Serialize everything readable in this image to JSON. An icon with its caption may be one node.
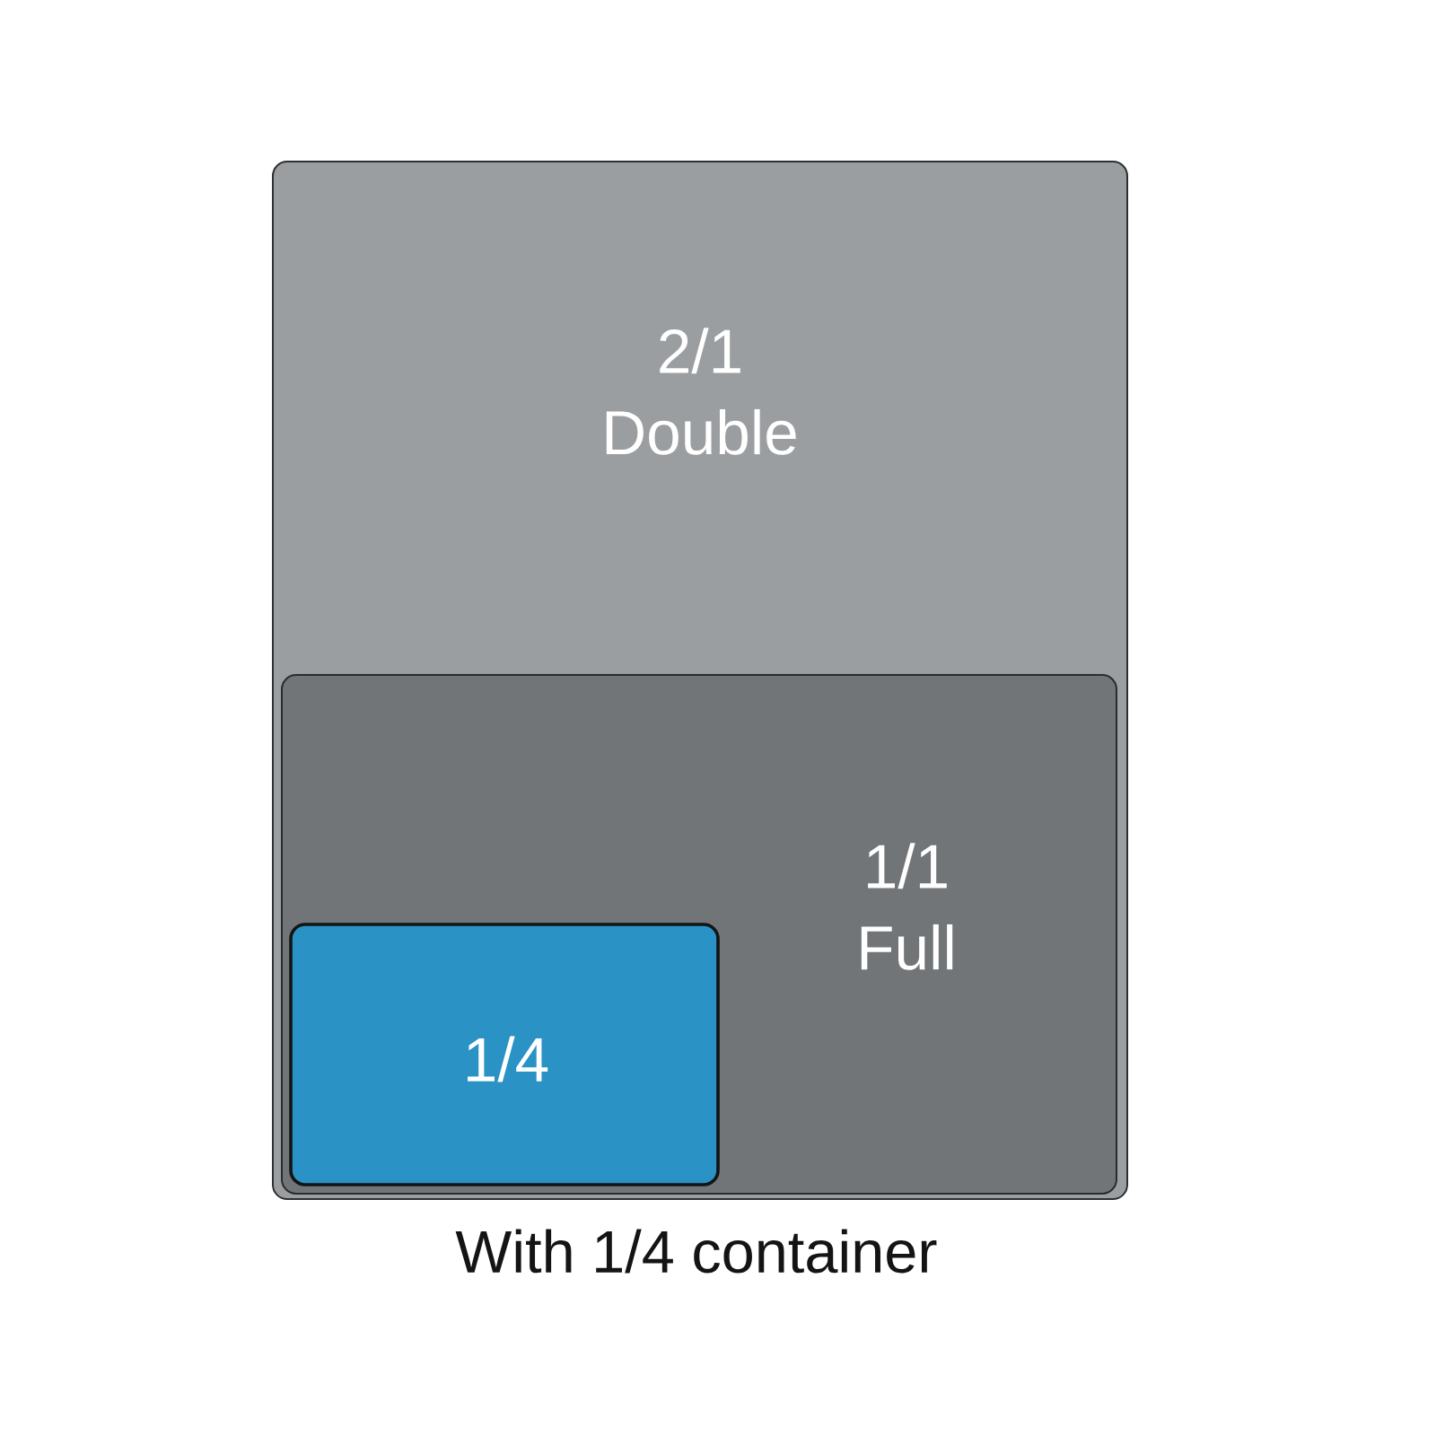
{
  "diagram": {
    "caption": "With 1/4 container",
    "nodes": [
      {
        "text": [
          "2/1 Double"
        ]
      },
      {
        "text": [
          "1/1 Full"
        ],
        "in": 0
      },
      {
        "text": [
          "1/4"
        ],
        "in": 1
      }
    ]
  }
}
